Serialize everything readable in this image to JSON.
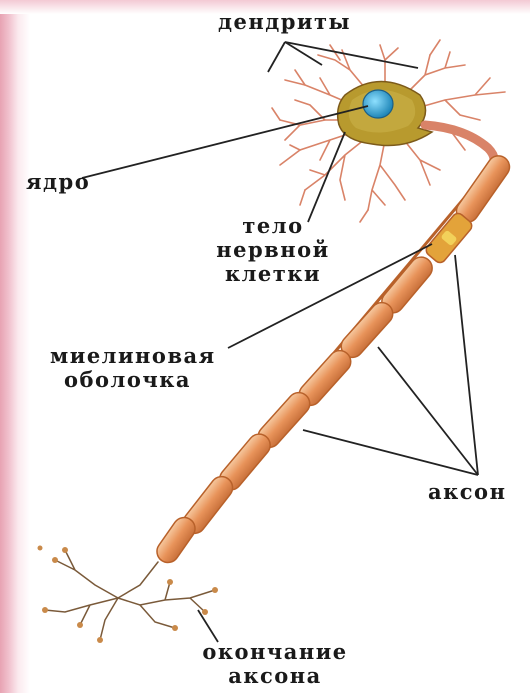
{
  "labels": {
    "dendrites": "дендриты",
    "nucleus": "ядро",
    "cell_body_line1": "тело",
    "cell_body_line2": "нервной",
    "cell_body_line3": "клетки",
    "myelin_line1": "миелиновая",
    "myelin_line2": "оболочка",
    "axon": "аксон",
    "axon_terminal_line1": "окончание",
    "axon_terminal_line2": "аксона"
  },
  "colors": {
    "myelin": "#e8935a",
    "myelin_highlight": "#f6c9a0",
    "myelin_outline": "#b8612a",
    "dendrite": "#d98368",
    "soma": "#b89a2e",
    "nucleus": "#2fa7d4",
    "leader_line": "#222222",
    "frame_pink": "#e7a2b2"
  }
}
